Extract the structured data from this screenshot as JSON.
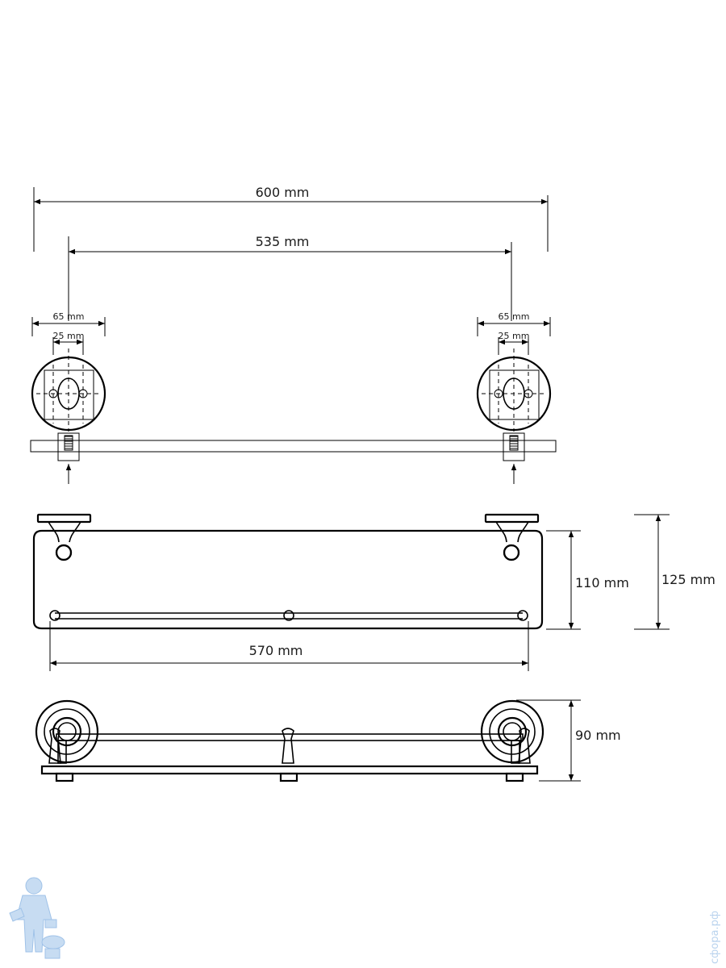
{
  "dimensions": {
    "overall_width": "600 mm",
    "mount_spacing": "535 mm",
    "left_plate_width": "65 mm",
    "left_hole_spacing": "25 mm",
    "right_plate_width": "65 mm",
    "right_hole_spacing": "25 mm",
    "shelf_depth": "110 mm",
    "total_depth": "125 mm",
    "rail_length": "570 mm",
    "height": "90 mm"
  },
  "watermark": {
    "text": "сфора.рф",
    "figure_icon": "plumber-mascot-icon"
  },
  "colors": {
    "line": "#000000",
    "watermark": "#b9d3ee"
  }
}
